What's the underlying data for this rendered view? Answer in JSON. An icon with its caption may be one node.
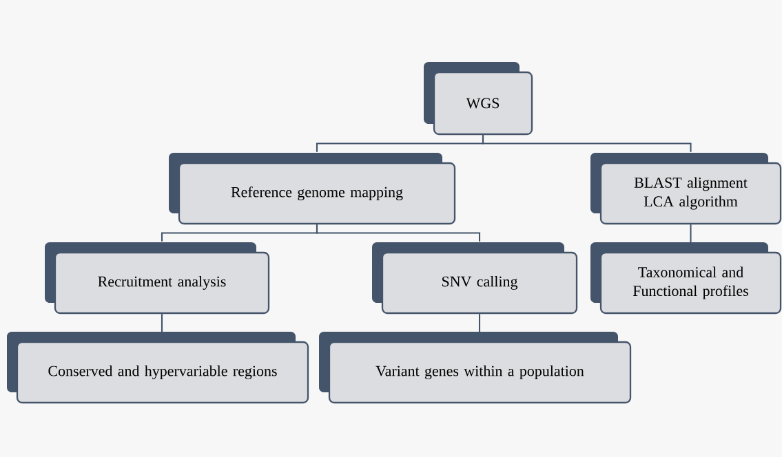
{
  "diagram": {
    "nodes": [
      {
        "text": [
          "WGS"
        ]
      },
      {
        "text": [
          "Reference genome mapping"
        ]
      },
      {
        "text": [
          "BLAST alignment LCA algorithm"
        ]
      },
      {
        "text": [
          "Recruitment analysis"
        ]
      },
      {
        "text": [
          "SNV calling"
        ]
      },
      {
        "text": [
          "Taxonomical and Functional profiles"
        ]
      },
      {
        "text": [
          "Conserved and hypervariable regions"
        ]
      },
      {
        "text": [
          "Variant genes within a population"
        ]
      }
    ],
    "edges": [
      {
        "from": 0,
        "to": 1,
        "arrow": "none"
      },
      {
        "from": 0,
        "to": 2,
        "arrow": "none"
      },
      {
        "from": 1,
        "to": 3,
        "arrow": "none"
      },
      {
        "from": 1,
        "to": 4,
        "arrow": "none"
      },
      {
        "from": 2,
        "to": 5,
        "arrow": "none"
      },
      {
        "from": 3,
        "to": 6,
        "arrow": "none"
      },
      {
        "from": 4,
        "to": 7,
        "arrow": "none"
      }
    ]
  }
}
